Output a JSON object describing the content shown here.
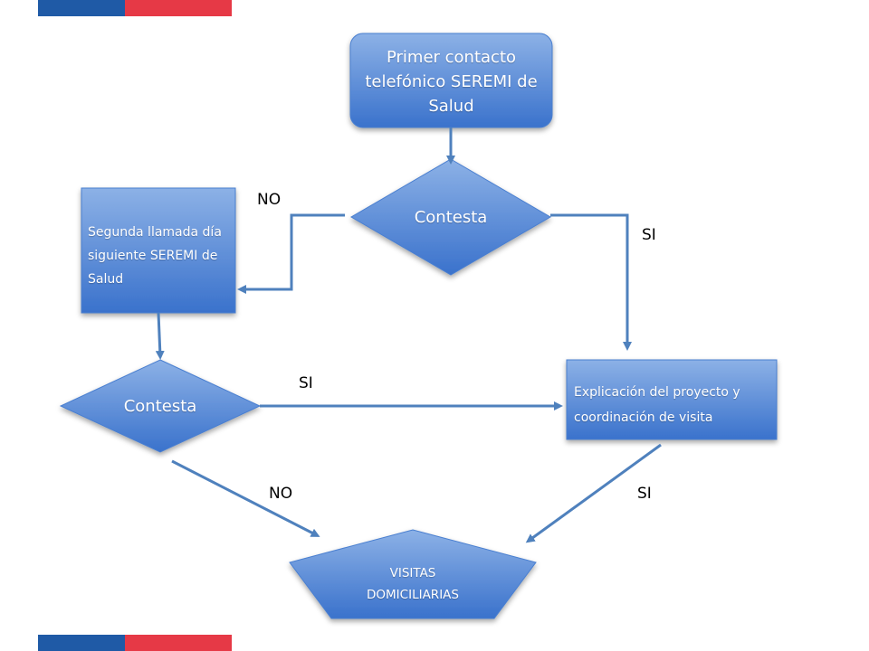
{
  "colors": {
    "flag_blue": "#1f5aa6",
    "flag_red": "#e63946",
    "shape_fill_top": "#8cb1e6",
    "shape_fill_bottom": "#3a72cc",
    "arrow": "#4f81bd",
    "text": "#ffffff"
  },
  "nodes": {
    "start": "Primer contacto telefónico SEREMI de Salud",
    "decision1": "Contesta",
    "second_call": "Segunda llamada día siguiente SEREMI de Salud",
    "decision2": "Contesta",
    "explanation": "Explicación del proyecto y coordinación de visita",
    "visits": "VISITAS DOMICILIARIAS"
  },
  "edge_labels": {
    "no_1": "NO",
    "si_1": "SI",
    "si_2": "SI",
    "no_2": "NO",
    "si_3": "SI"
  }
}
